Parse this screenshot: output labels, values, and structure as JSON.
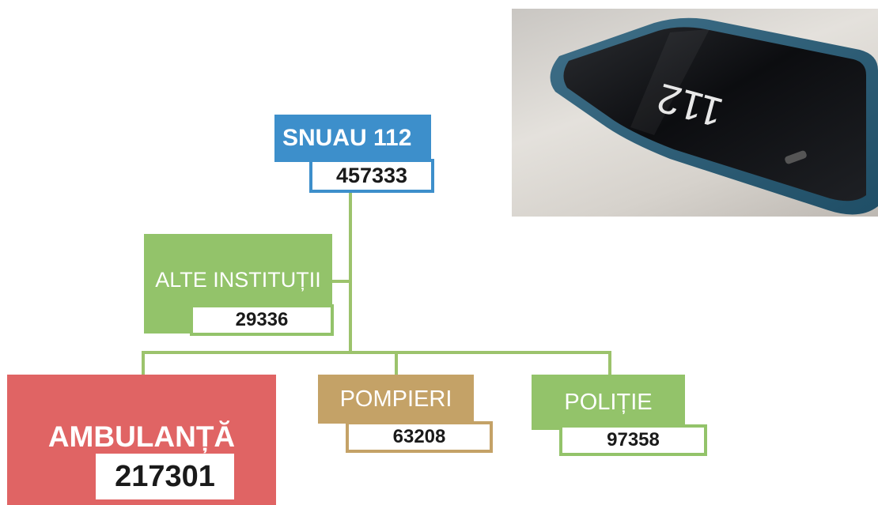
{
  "colors": {
    "blue": "#3d8fcb",
    "green": "#93c36a",
    "red": "#e06464",
    "tan": "#c4a267",
    "connector": "#9cc36c"
  },
  "root": {
    "title": "SNUAU 112",
    "value": "457333"
  },
  "alte": {
    "title": "ALTE INSTITUȚII",
    "value": "29336"
  },
  "ambulanta": {
    "title": "AMBULANȚĂ",
    "value": "217301"
  },
  "pompieri": {
    "title": "POMPIERI",
    "value": "63208"
  },
  "politie": {
    "title": "POLIȚIE",
    "value": "97358"
  },
  "photo": {
    "screen_text": "112"
  }
}
